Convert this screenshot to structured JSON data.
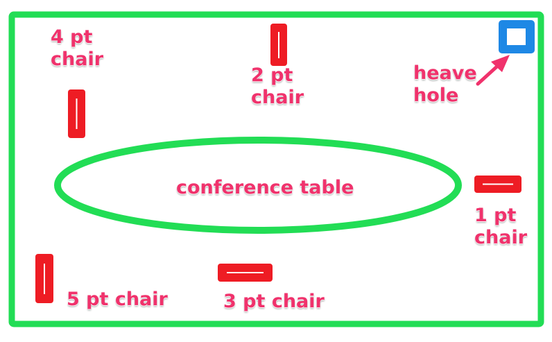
{
  "colors": {
    "room_outline": "#22dd55",
    "chair": "#ee1c24",
    "chair_highlight": "#ffffff",
    "label": "#f0326c",
    "heave_hole": "#1e88e5",
    "arrow": "#f0326c"
  },
  "room": {
    "label": ""
  },
  "table": {
    "label": "conference table"
  },
  "chairs": [
    {
      "id": "chair-4pt",
      "orientation": "vertical",
      "label": "4 pt\nchair"
    },
    {
      "id": "chair-2pt",
      "orientation": "vertical",
      "label": "2 pt\nchair"
    },
    {
      "id": "chair-1pt",
      "orientation": "horizontal",
      "label": "1 pt\nchair"
    },
    {
      "id": "chair-5pt",
      "orientation": "vertical",
      "label": "5 pt chair"
    },
    {
      "id": "chair-3pt",
      "orientation": "horizontal",
      "label": "3 pt chair"
    }
  ],
  "heave_hole": {
    "label": "heave\nhole",
    "icon": "square-icon"
  },
  "arrow": {
    "icon": "arrow-icon"
  }
}
